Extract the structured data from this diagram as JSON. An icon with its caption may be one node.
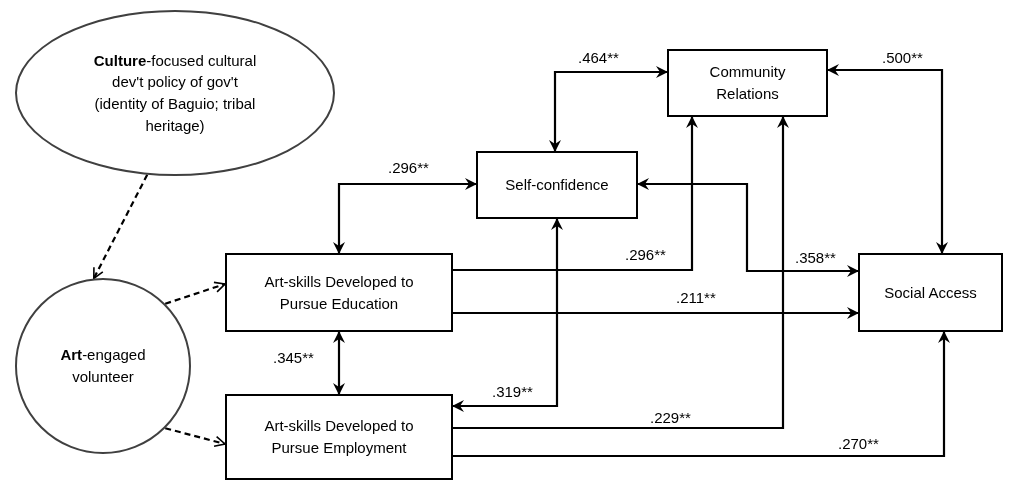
{
  "diagram": {
    "nodes": [
      {
        "text": [
          "**Culture**-focused cultural dev't policy of gov't (identity of Baguio; tribal heritage)"
        ]
      },
      {
        "text": [
          "Community Relations"
        ]
      },
      {
        "text": [
          "Self-confidence"
        ]
      },
      {
        "text": [
          "Art-skills Developed to Pursue Education"
        ]
      },
      {
        "text": [
          "Social Access"
        ]
      },
      {
        "text": [
          "**Art**-engaged volunteer"
        ]
      },
      {
        "text": [
          "Art-skills Developed to Pursue Employment"
        ]
      }
    ],
    "edges": [
      {
        "from": 0,
        "to": 5,
        "arrow": "to",
        "style": "dashed"
      },
      {
        "from": 5,
        "to": 3,
        "arrow": "to",
        "style": "dashed"
      },
      {
        "from": 5,
        "to": 6,
        "arrow": "to",
        "style": "dashed"
      },
      {
        "from": 2,
        "to": 1,
        "arrow": "both",
        "label": ".464**"
      },
      {
        "from": 1,
        "to": 4,
        "arrow": "both",
        "label": ".500**"
      },
      {
        "from": 3,
        "to": 2,
        "arrow": "both",
        "label": ".296**"
      },
      {
        "from": 3,
        "to": 1,
        "arrow": "to",
        "label": ".296**"
      },
      {
        "from": 2,
        "to": 4,
        "arrow": "both",
        "label": ".358**"
      },
      {
        "from": 3,
        "to": 4,
        "arrow": "to",
        "label": ".211**"
      },
      {
        "from": 3,
        "to": 6,
        "arrow": "both",
        "label": ".345**"
      },
      {
        "from": 6,
        "to": 2,
        "arrow": "both",
        "label": ".319**"
      },
      {
        "from": 6,
        "to": 1,
        "arrow": "to",
        "label": ".229**"
      },
      {
        "from": 6,
        "to": 4,
        "arrow": "to",
        "label": ".270**"
      }
    ]
  }
}
